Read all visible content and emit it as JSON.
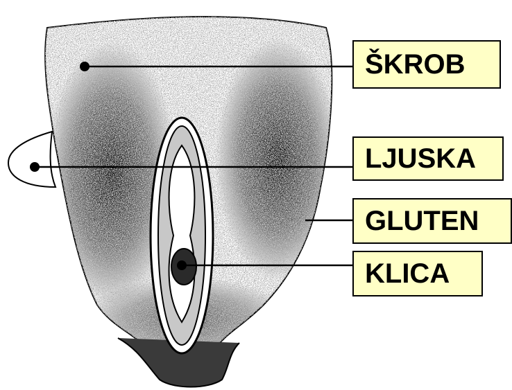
{
  "labels": {
    "skrob": "ŠKROB",
    "ljuska": "LJUSKA",
    "gluten": "GLUTEN",
    "klica": "KLICA"
  },
  "colors": {
    "label_fill": "#ffffc6",
    "ink": "#000000"
  }
}
